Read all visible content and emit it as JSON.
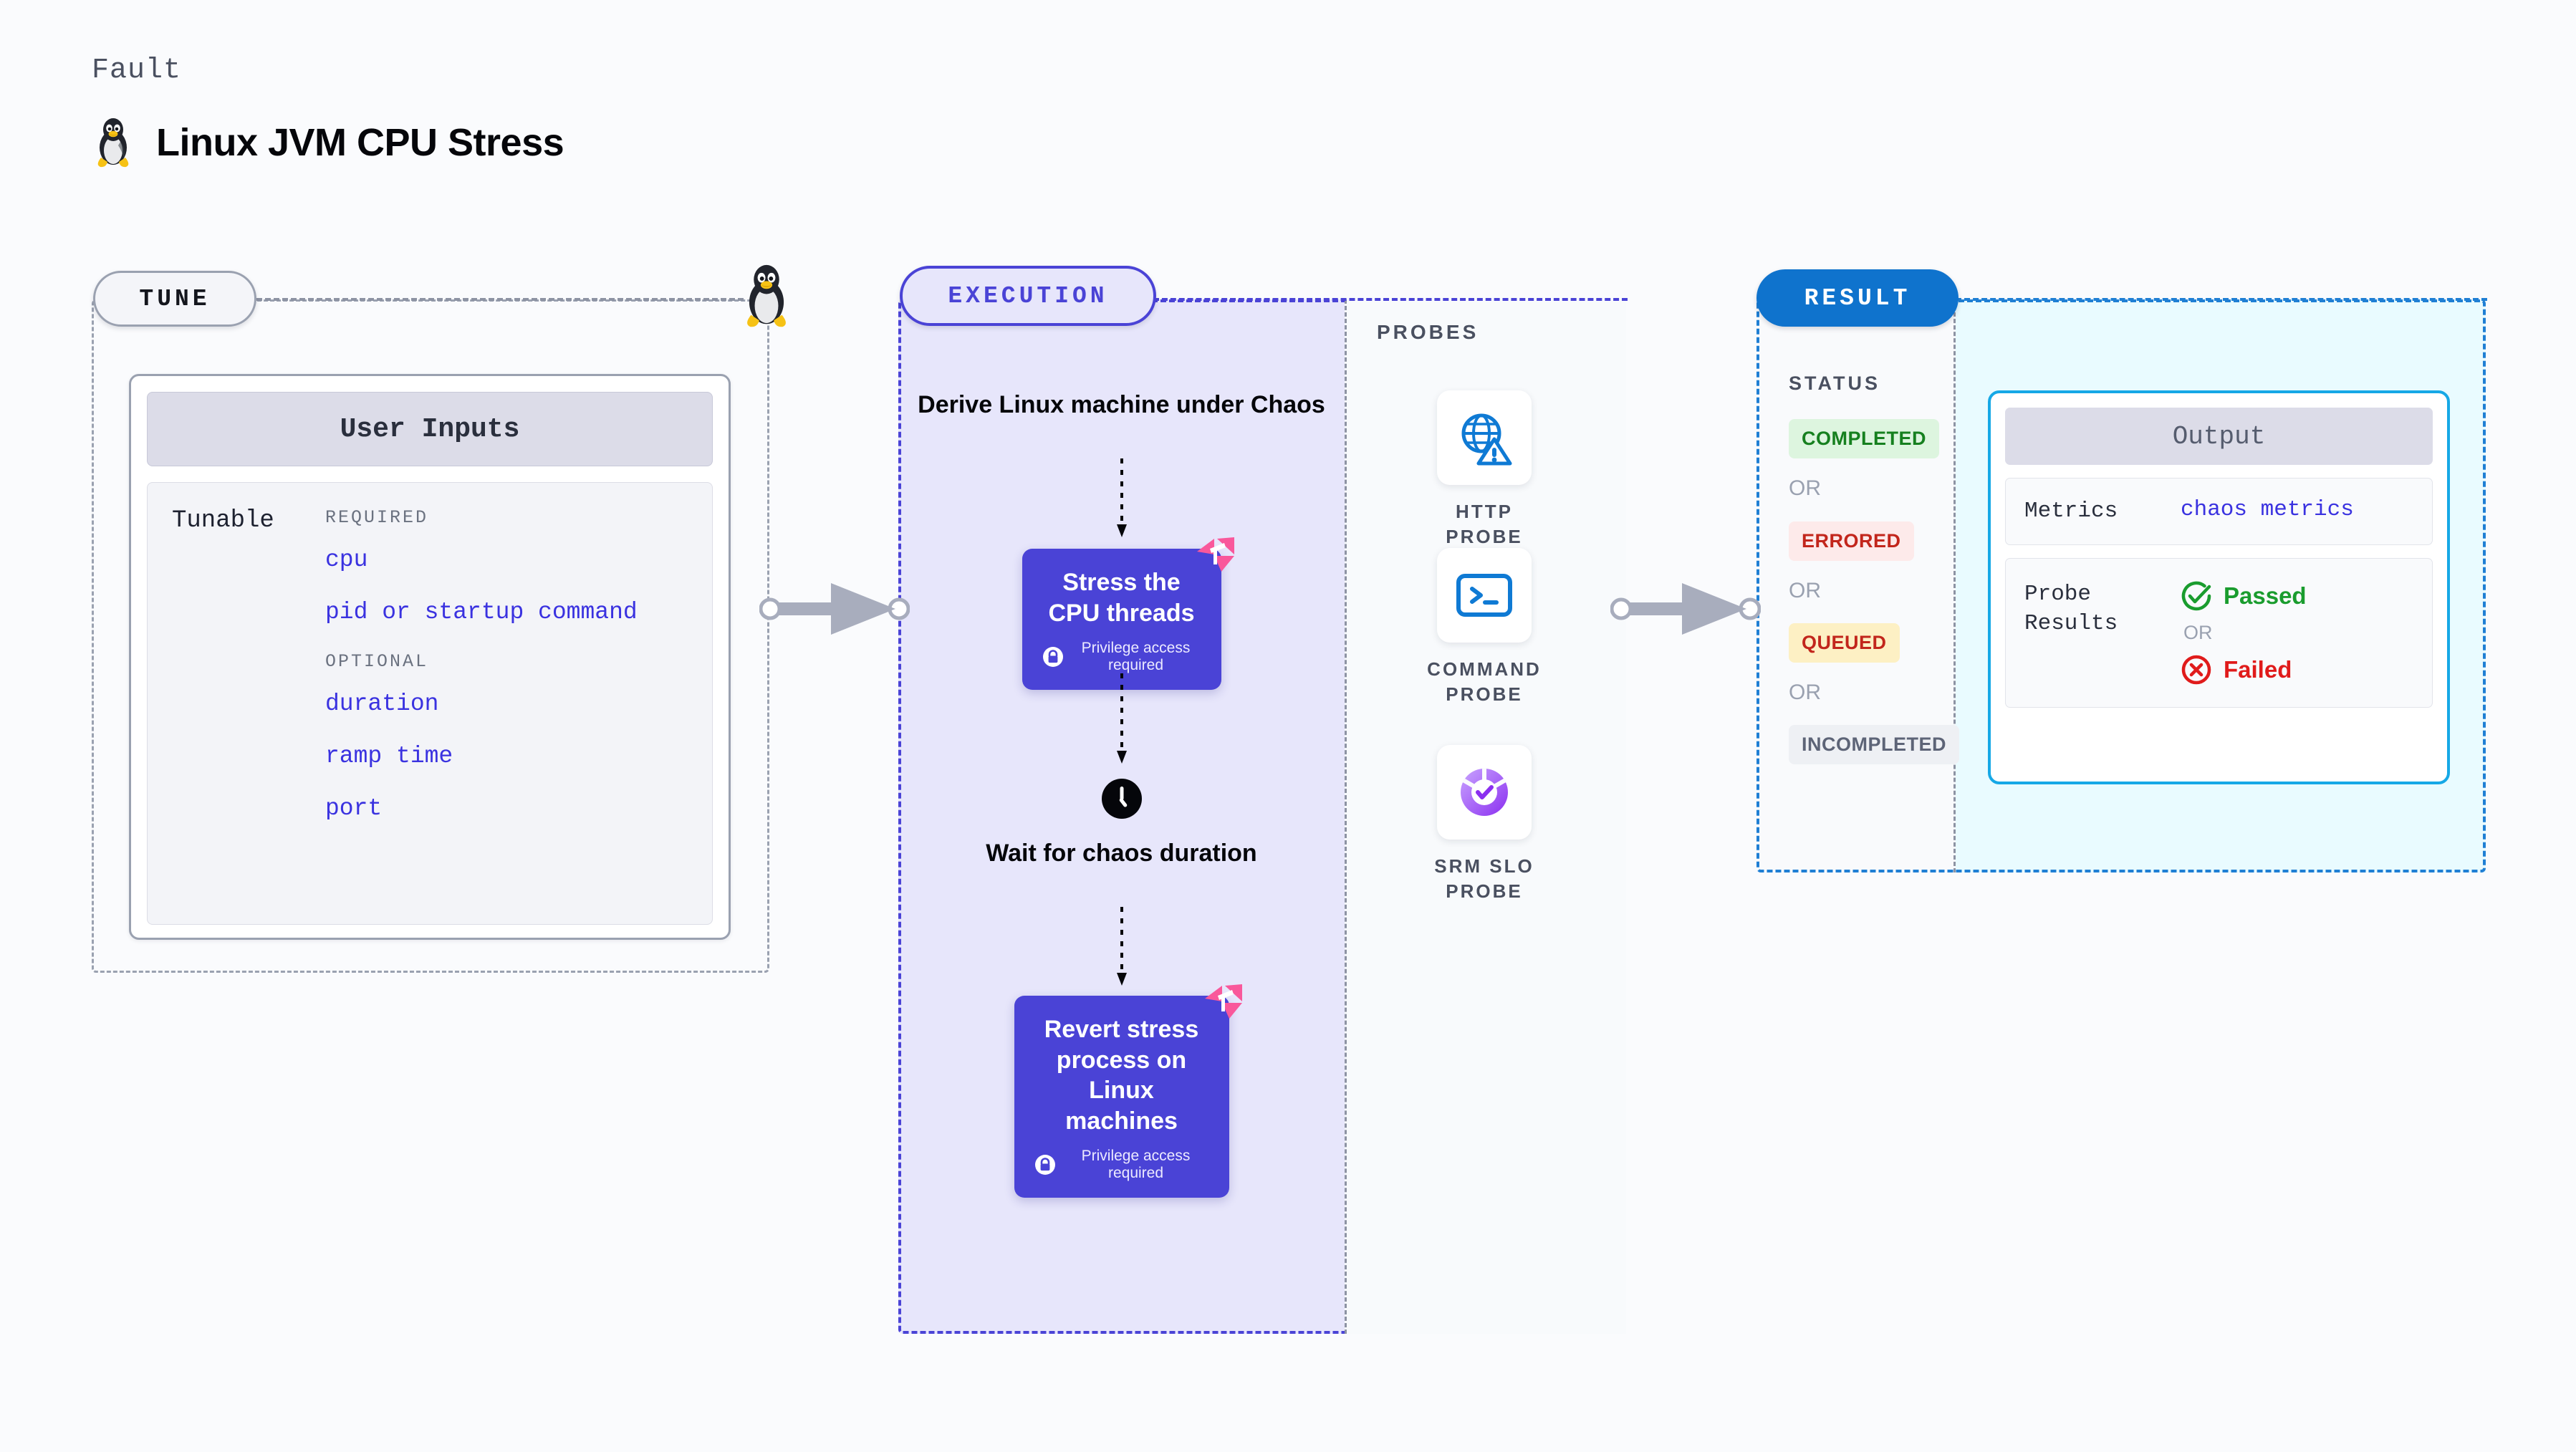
{
  "header": {
    "kicker": "Fault",
    "title": "Linux JVM CPU Stress",
    "icon": "linux-tux-icon"
  },
  "stages": {
    "tune": {
      "badge": "TUNE"
    },
    "execution": {
      "badge": "EXECUTION"
    },
    "result": {
      "badge": "RESULT"
    }
  },
  "tune": {
    "card_title": "User Inputs",
    "row_label": "Tunable",
    "required_label": "REQUIRED",
    "optional_label": "OPTIONAL",
    "required": [
      "cpu",
      "pid or startup command"
    ],
    "optional": [
      "duration",
      "ramp time",
      "port"
    ]
  },
  "execution": {
    "steps": [
      {
        "kind": "text",
        "label": "Derive Linux machine under Chaos"
      },
      {
        "kind": "node",
        "label": "Stress the CPU threads",
        "privilege": "Privilege access required",
        "badge_icon": "harness-mark-icon"
      },
      {
        "kind": "wait",
        "label": "Wait for chaos duration",
        "icon": "clock-icon"
      },
      {
        "kind": "node",
        "label": "Revert stress process on Linux machines",
        "privilege": "Privilege access required",
        "badge_icon": "harness-mark-icon"
      }
    ]
  },
  "probes": {
    "title": "PROBES",
    "items": [
      {
        "label": "HTTP PROBE",
        "icon": "globe-warning-icon"
      },
      {
        "label": "COMMAND PROBE",
        "icon": "terminal-icon"
      },
      {
        "label": "SRM SLO PROBE",
        "icon": "slo-donut-check-icon"
      }
    ]
  },
  "result": {
    "status_title": "STATUS",
    "or_label": "OR",
    "statuses": [
      {
        "label": "COMPLETED",
        "bg": "#ddf5df",
        "fg": "#16801f"
      },
      {
        "label": "ERRORED",
        "bg": "#fdeaea",
        "fg": "#c2261c"
      },
      {
        "label": "QUEUED",
        "bg": "#fdf0c4",
        "fg": "#c2261c"
      },
      {
        "label": "INCOMPLETED",
        "bg": "#eef0f4",
        "fg": "#5d6477"
      }
    ],
    "output": {
      "title": "Output",
      "metrics_label": "Metrics",
      "metrics_value": "chaos metrics",
      "probe_results_label": "Probe Results",
      "passed_label": "Passed",
      "failed_label": "Failed",
      "or_label": "OR"
    }
  },
  "colors": {
    "primary_purple": "#4a43d6",
    "result_blue": "#0f73cd",
    "output_cyan": "#16a8e6",
    "pink_mark": "#f9589b",
    "link_blue": "#3a32e0"
  }
}
